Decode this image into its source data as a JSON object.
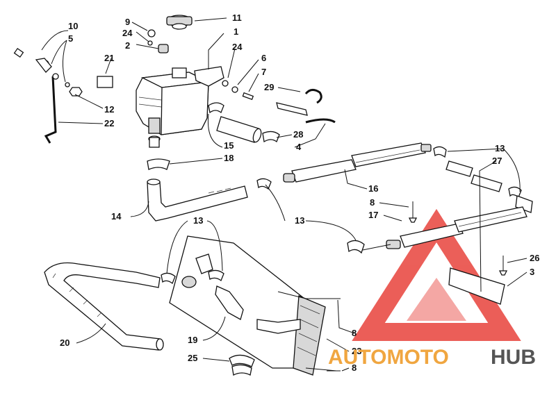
{
  "callouts": {
    "n1": "1",
    "n2": "2",
    "n3": "3",
    "n4": "4",
    "n5": "5",
    "n6": "6",
    "n7": "7",
    "n8a": "8",
    "n8b": "8",
    "n8c": "8",
    "n9": "9",
    "n10": "10",
    "n11": "11",
    "n12": "12",
    "n13a": "13",
    "n13b": "13",
    "n13c": "13",
    "n14": "14",
    "n15": "15",
    "n16": "16",
    "n17": "17",
    "n18": "18",
    "n19": "19",
    "n20": "20",
    "n21": "21",
    "n22": "22",
    "n23": "23",
    "n24a": "24",
    "n24b": "24",
    "n25": "25",
    "n26": "26",
    "n27": "27",
    "n28": "28",
    "n29": "29"
  },
  "watermark": {
    "part1": "AUTOMOTO",
    "part2": "HUB",
    "color_primary": "#e8433c",
    "color_secondary": "#f0a640",
    "color_dark": "#555555"
  }
}
